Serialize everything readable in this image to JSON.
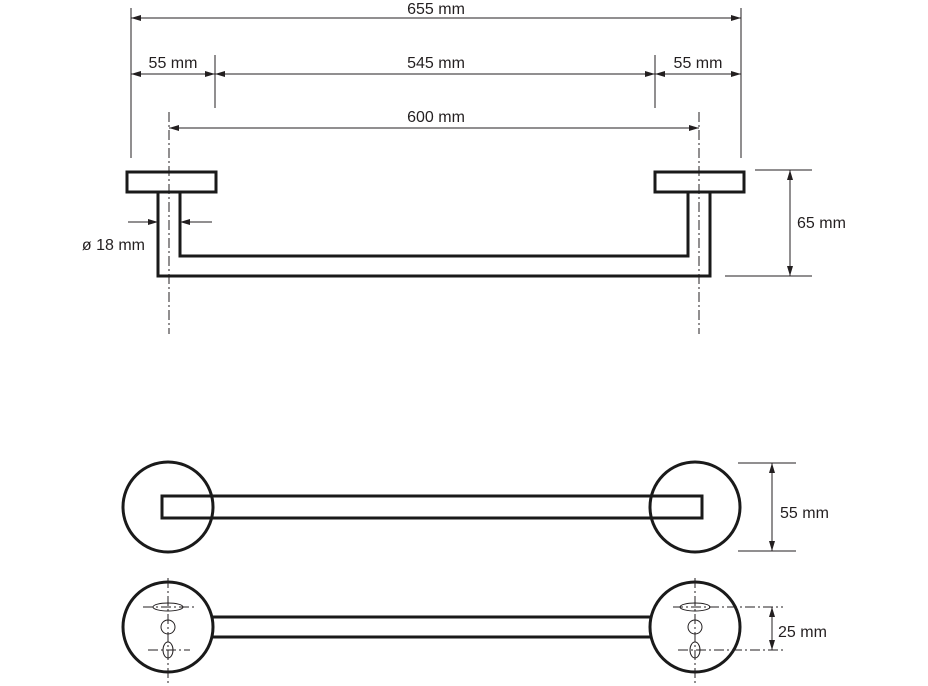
{
  "title": "Towel bar technical drawing",
  "dimensions": {
    "overall_width": "655 mm",
    "flange_left": "55 mm",
    "bar_span": "545 mm",
    "flange_right": "55 mm",
    "center_distance": "600 mm",
    "tube_diameter": "ø 18 mm",
    "projection": "65 mm",
    "flange_diameter": "55 mm",
    "hole_spacing": "25 mm"
  },
  "colors": {
    "line": "#1a1a1a",
    "text": "#231f20"
  }
}
